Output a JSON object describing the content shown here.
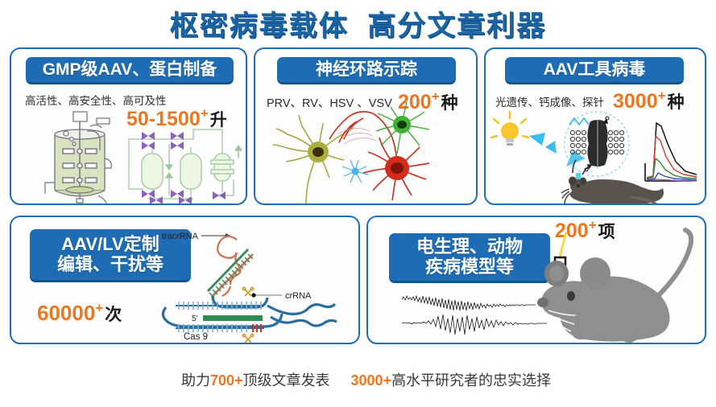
{
  "title": "枢密病毒载体  高分文章利器",
  "title_color": "#1a64a4",
  "accent_orange": "#ec7722",
  "panel_blue": "#1d6cb4",
  "border_blue": "#1c6fb8",
  "panels": [
    {
      "id": "gmp-aav",
      "badge": "GMP级AAV、蛋白制备",
      "subtitle": "高活性、高安全性、高可及性",
      "metric_value": "50-1500",
      "metric_plus": "+",
      "metric_unit": "升",
      "artwork": "bioreactor-and-chromatography-diagram"
    },
    {
      "id": "neural-tracing",
      "badge": "神经环路示踪",
      "subtitle": "PRV、RV、HSV 、VSV",
      "metric_value": "200",
      "metric_plus": "+",
      "metric_unit": "种",
      "artwork": "neuron-network-illustration"
    },
    {
      "id": "aav-tools",
      "badge": "AAV工具病毒",
      "subtitle": "光遗传、钙成像、探针",
      "metric_value": "3000",
      "metric_plus": "+",
      "metric_unit": "种",
      "artwork": "optogenetics-mouse-and-trace-plot"
    },
    {
      "id": "aav-lv-custom",
      "badge": "AAV/LV定制\n编辑、干扰等",
      "subtitle": "",
      "metric_value": "60000",
      "metric_plus": "+",
      "metric_unit": "次",
      "artwork": "crispr-cas9-diagram",
      "art_labels": {
        "tracrrna": "tracrRNA",
        "crrna": "crRNA",
        "cas9": "Cas 9",
        "five_prime": "5'"
      }
    },
    {
      "id": "electrophysiology",
      "badge": "电生理、动物\n疾病模型等",
      "subtitle": "",
      "metric_value": "200",
      "metric_plus": "+",
      "metric_unit": "项",
      "artwork": "mouse-with-implant-and-ephys-traces"
    }
  ],
  "footer": {
    "part1_pre": "助力",
    "part1_num": "700+",
    "part1_post": "顶级文章发表",
    "part2_num": "3000+",
    "part2_post": "高水平研究者的忠实选择"
  }
}
